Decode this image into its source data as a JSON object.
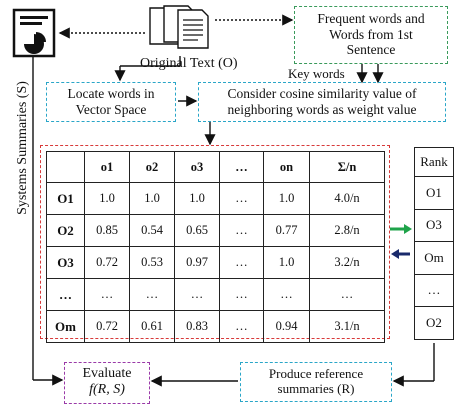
{
  "top": {
    "original_text_label": "Original Text (O)",
    "frequent_words_lines": [
      "Frequent words and",
      "Words from 1st",
      "Sentence"
    ],
    "key_words_label": "Key words",
    "locate_lines": [
      "Locate words in",
      "Vector Space"
    ],
    "cosine_lines": [
      "Consider cosine similarity value of",
      "neighboring words as weight value"
    ]
  },
  "side_label": "Systems Summaries (S)",
  "matrix": {
    "header": [
      "",
      "o1",
      "o2",
      "o3",
      "…",
      "on",
      "Σ/n"
    ],
    "rows": [
      [
        "O1",
        "1.0",
        "1.0",
        "1.0",
        "…",
        "1.0",
        "4.0/n"
      ],
      [
        "O2",
        "0.85",
        "0.54",
        "0.65",
        "…",
        "0.77",
        "2.8/n"
      ],
      [
        "O3",
        "0.72",
        "0.53",
        "0.97",
        "…",
        "1.0",
        "3.2/n"
      ],
      [
        "…",
        "…",
        "…",
        "…",
        "…",
        "…",
        "…"
      ],
      [
        "Om",
        "0.72",
        "0.61",
        "0.83",
        "…",
        "0.94",
        "3.1/n"
      ]
    ]
  },
  "rank": {
    "header": "Rank",
    "items": [
      "O1",
      "O3",
      "Om",
      "…",
      "O2"
    ]
  },
  "bottom": {
    "evaluate_lines": [
      "Evaluate",
      "f(R, S)"
    ],
    "reference_lines": [
      "Produce reference",
      "summaries (R)"
    ]
  },
  "colors": {
    "green_box": "#3a9a5b",
    "cyan_box": "#2aa6c8",
    "purple_box": "#9a3aa8",
    "red_box": "#d83a3a",
    "arrow_green": "#1fa34a",
    "arrow_navy": "#1a2a6b"
  },
  "icons": [
    "presentation-doc-icon",
    "document-stack-icon"
  ]
}
